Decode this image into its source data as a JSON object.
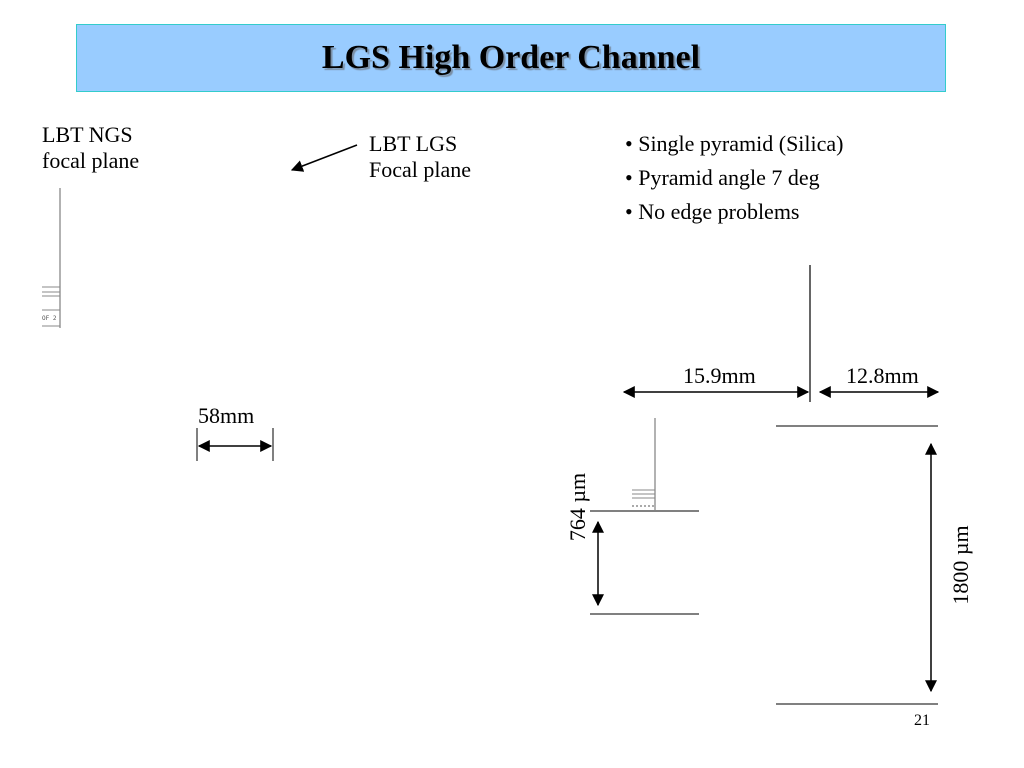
{
  "title": "LGS High Order Channel",
  "labels": {
    "ngs_line1": "LBT NGS",
    "ngs_line2": "focal plane",
    "lgs_line1": "LBT LGS",
    "lgs_line2": "Focal plane"
  },
  "bullets": [
    "Single pyramid (Silica)",
    "Pyramid angle 7 deg",
    "No edge problems"
  ],
  "dimensions": {
    "d58": "58mm",
    "d159": "15.9mm",
    "d128": "12.8mm",
    "d764": "764 µm",
    "d1800": "1800 µm"
  },
  "drawing_marks": {
    "sheet_tag": "OF 2"
  },
  "page_number": "21"
}
